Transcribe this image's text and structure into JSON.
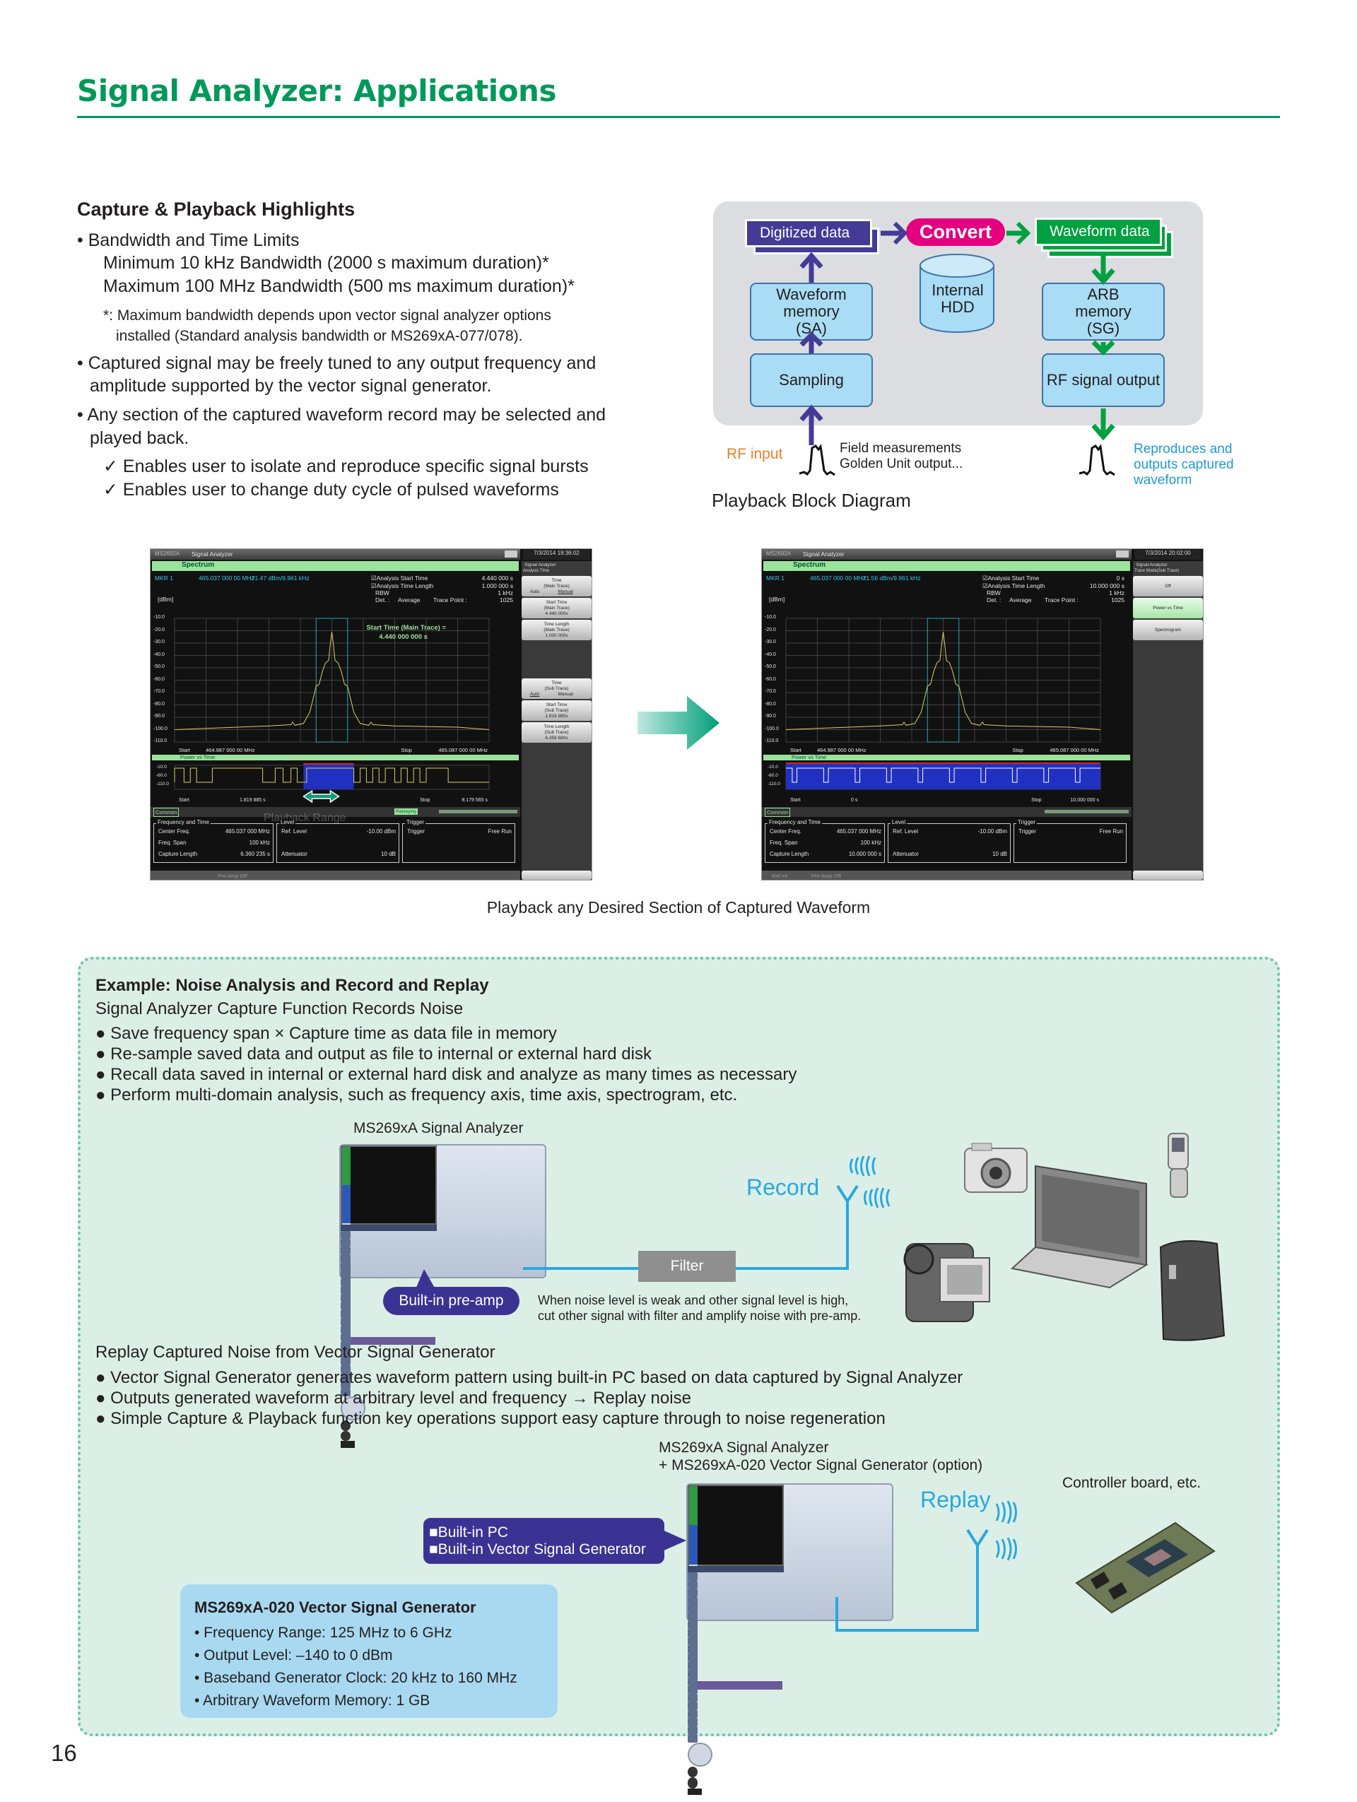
{
  "page_title": "Signal Analyzer: Applications",
  "page_number": "16",
  "highlights": {
    "heading": "Capture & Playback Highlights",
    "bullet1": "• Bandwidth and Time Limits",
    "bw_min": "Minimum 10 kHz Bandwidth (2000 s maximum duration)*",
    "bw_max": "Maximum 100 MHz Bandwidth (500 ms maximum duration)*",
    "note1": "*: Maximum bandwidth depends upon vector signal analyzer options",
    "note2": "installed (Standard analysis bandwidth or MS269xA-077/078).",
    "bullet2a": "• Captured signal may be freely tuned to any output frequency and",
    "bullet2b": "amplitude supported by the vector signal generator.",
    "bullet3a": "• Any section of the captured waveform record may be selected and",
    "bullet3b": "played back.",
    "check1": "✓ Enables user to isolate and reproduce specific signal bursts",
    "check2": "✓ Enables user to change duty cycle of pulsed waveforms"
  },
  "diagram": {
    "digitized": "Digitized data",
    "convert": "Convert",
    "waveform_data": "Waveform data",
    "waveform_memory": "Waveform memory (SA)",
    "sampling": "Sampling",
    "hdd": "Internal HDD",
    "arb": "ARB memory (SG)",
    "rf_out": "RF signal output",
    "rf_input": "RF input",
    "field1": "Field measurements",
    "field2": "Golden Unit output...",
    "repro1": "Reproduces and",
    "repro2": "outputs captured",
    "repro3": "waveform",
    "caption": "Playback Block Diagram",
    "colors": {
      "purple": "#433b95",
      "magenta": "#e4007f",
      "green": "#00a140",
      "orange": "#f07d2a",
      "cyan": "#1e9ad6"
    }
  },
  "screens_caption": "Playback any Desired Section of Captured Waveform",
  "screens": [
    {
      "model": "MS2692A",
      "app": "Signal Analyzer",
      "datetime": "7/3/2014 19:36:02",
      "spectrum_label": "Spectrum",
      "mkr": "MKR 1",
      "mkr_freq": "465.037 000 00  MHz",
      "mkr_level": "-21.47 dBm/9.961 kHz",
      "params": [
        [
          "Analysis Start Time",
          "4.440 000 s"
        ],
        [
          "Analysis Time Length",
          "1.000 000 s"
        ],
        [
          "RBW",
          "1 kHz"
        ]
      ],
      "det": "Det. :",
      "det_val": "Average",
      "trace_point": "Trace Point :",
      "trace_point_val": "1025",
      "unit": "[dBm]",
      "y_ticks": [
        "-10.0",
        "-20.0",
        "-30.0",
        "-40.0",
        "-50.0",
        "-60.0",
        "-70.0",
        "-80.0",
        "-90.0",
        "-100.0",
        "-110.0"
      ],
      "annotation1": "Start Time (Main Trace) =",
      "annotation2": "4.440 000 000 s",
      "start": "Start",
      "start_val": "464.987 000 00 MHz",
      "stop": "Stop",
      "stop_val": "465.087 000 00 MHz",
      "pvt_label": "Power vs Time",
      "pvt_ticks": [
        "-10.0",
        "-60.0",
        "-110.0"
      ],
      "pvt_start_val": "1.819 885 s",
      "pvt_stop_val": "8.179 565 s",
      "common": "Common",
      "status_badge": "Replaying",
      "watermark": "Playback Range",
      "freq_box": {
        "title": "Frequency and Time",
        "rows": [
          [
            "Center Freq.",
            "465.037 000 MHz"
          ],
          [
            "Freq. Span",
            "100 kHz"
          ],
          [
            "Capture Length",
            "6.360 235 s"
          ]
        ]
      },
      "level_box": {
        "title": "Level",
        "rows": [
          [
            "Ref. Level",
            "-10.00 dBm"
          ],
          [
            "",
            ""
          ],
          [
            "Attenuator",
            "10 dB"
          ]
        ]
      },
      "trigger_box": {
        "title": "Trigger",
        "rows": [
          [
            "Trigger",
            "Free Run"
          ]
        ]
      },
      "footer": [
        "",
        "Pre-Amp Off"
      ],
      "panel_title": "Signal Analyzer",
      "panel_sub": "Analysis Time",
      "softkeys": [
        {
          "lines": [
            "Time",
            "(Main Trace)"
          ],
          "opts": [
            "Auto",
            "Manual"
          ],
          "sel": 1
        },
        {
          "lines": [
            "Start Time",
            "(Main Trace)",
            "4.440 000s"
          ]
        },
        {
          "lines": [
            "Time Length",
            "(Main Trace)",
            "1.000 000s"
          ]
        },
        {
          "lines": []
        },
        {
          "lines": [
            "Time",
            "(Sub Trace)"
          ],
          "opts": [
            "Auto",
            "Manual"
          ],
          "sel": 0
        },
        {
          "lines": [
            "Start Time",
            "(Sub Trace)",
            "1.819 885s"
          ]
        },
        {
          "lines": [
            "Time Length",
            "(Sub Trace)",
            "6.359 680s"
          ]
        }
      ]
    },
    {
      "model": "MS2692A",
      "app": "Signal Analyzer",
      "datetime": "7/3/2014 20:02:00",
      "spectrum_label": "Spectrum",
      "mkr": "MKR 1",
      "mkr_freq": "465.037 000 00  MHz",
      "mkr_level": "-21.56 dBm/9.961 kHz",
      "params": [
        [
          "Analysis Start Time",
          "0 s"
        ],
        [
          "Analysis Time Length",
          "10.000 000 s"
        ],
        [
          "RBW",
          "1 kHz"
        ]
      ],
      "det": "Det. :",
      "det_val": "Average",
      "trace_point": "Trace Point :",
      "trace_point_val": "1025",
      "unit": "[dBm]",
      "y_ticks": [
        "-10.0",
        "-20.0",
        "-30.0",
        "-40.0",
        "-50.0",
        "-60.0",
        "-70.0",
        "-80.0",
        "-90.0",
        "-100.0",
        "-110.0"
      ],
      "start": "Start",
      "start_val": "464.987 000 00 MHz",
      "stop": "Stop",
      "stop_val": "465.087 000 00 MHz",
      "pvt_label": "Power vs Time",
      "pvt_ticks": [
        "-10.0",
        "-60.0",
        "-110.0"
      ],
      "pvt_start_val": "0 s",
      "pvt_stop_val": "10.000 000 s",
      "common": "Common",
      "freq_box": {
        "title": "Frequency and Time",
        "rows": [
          [
            "Center Freq.",
            "465.037 000 MHz"
          ],
          [
            "Freq. Span",
            "100 kHz"
          ],
          [
            "Capture Length",
            "10.000 000 s"
          ]
        ]
      },
      "level_box": {
        "title": "Level",
        "rows": [
          [
            "Ref. Level",
            "-10.00 dBm"
          ],
          [
            "",
            ""
          ],
          [
            "Attenuator",
            "10 dB"
          ]
        ]
      },
      "trigger_box": {
        "title": "Trigger",
        "rows": [
          [
            "Trigger",
            "Free Run"
          ]
        ]
      },
      "footer": [
        "Ref.Int",
        "Pre-Amp Off"
      ],
      "panel_title": "Signal Analyzer",
      "panel_sub": "Trace Mode(Sub Trace)",
      "softkeys": [
        {
          "lines": [
            "Off"
          ]
        },
        {
          "lines": [
            "Power vs Time"
          ],
          "active": true
        },
        {
          "lines": [
            "Spectrogram"
          ]
        }
      ]
    }
  ],
  "example": {
    "heading": "Example: Noise Analysis and Record and Replay",
    "record_sub": "Signal Analyzer Capture Function Records Noise",
    "record_bullets": [
      "● Save frequency span × Capture time as data file in memory",
      "● Re-sample saved data and output as file to internal or external hard disk",
      "● Recall data saved in internal or external hard disk and analyze as many times as necessary",
      "● Perform multi-domain analysis, such as frequency axis, time axis, spectrogram, etc."
    ],
    "analyzer_label": "MS269xA Signal Analyzer",
    "record_label": "Record",
    "filter_label": "Filter",
    "preamp_label": "Built-in pre-amp",
    "preamp_note1": "When noise level is weak and other signal level is high,",
    "preamp_note2": "cut other signal with filter and amplify noise with pre-amp.",
    "replay_sub": "Replay Captured Noise from Vector Signal Generator",
    "replay_bullets": [
      "● Vector Signal Generator generates waveform pattern using built-in PC based on data captured by Signal Analyzer",
      "● Outputs generated waveform at arbitrary level and frequency → Replay noise",
      "● Simple Capture & Playback function key operations support easy capture through to noise regeneration"
    ],
    "analyzer2_label1": "MS269xA Signal Analyzer",
    "analyzer2_label2": "+ MS269xA-020 Vector Signal Generator (option)",
    "replay_label": "Replay",
    "controller_label": "Controller board, etc.",
    "callout1": "■Built-in PC",
    "callout2": "■Built-in Vector Signal Generator",
    "spec_heading": "MS269xA-020 Vector Signal Generator",
    "spec_items": [
      "• Frequency Range: 125 MHz to 6 GHz",
      "• Output Level: –140 to 0 dBm",
      "• Baseband Generator Clock: 20 kHz to 160 MHz",
      "• Arbitrary Waveform Memory: 1 GB"
    ],
    "colors": {
      "accent": "#29a8e0",
      "callout": "#3b3393",
      "panel": "#dcefe6"
    }
  }
}
